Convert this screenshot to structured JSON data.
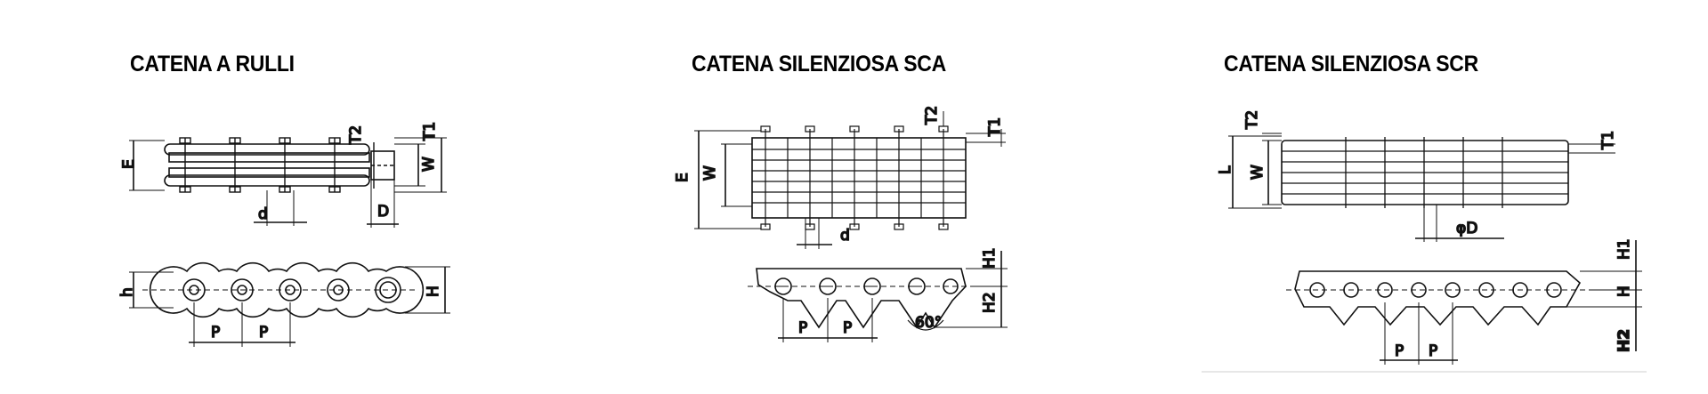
{
  "panels": [
    {
      "title": "CATENA A RULLI",
      "labels": {
        "E": "E",
        "W": "W",
        "T1": "T1",
        "T2": "T2",
        "d": "d",
        "D": "D",
        "h": "h",
        "H": "H",
        "P1": "P",
        "P2": "P"
      }
    },
    {
      "title": "CATENA SILENZIOSA SCA",
      "labels": {
        "E": "E",
        "W": "W",
        "T1": "T1",
        "T2": "T2",
        "d": "d",
        "H1": "H1",
        "H2": "H2",
        "P1": "P",
        "P2": "P",
        "angle": "60°"
      }
    },
    {
      "title": "CATENA SILENZIOSA SCR",
      "labels": {
        "L": "L",
        "W": "W",
        "T1": "T1",
        "T2": "T2",
        "D": "φD",
        "H": "H",
        "H1": "H1",
        "H2": "H2",
        "P1": "P",
        "P2": "P"
      }
    }
  ]
}
